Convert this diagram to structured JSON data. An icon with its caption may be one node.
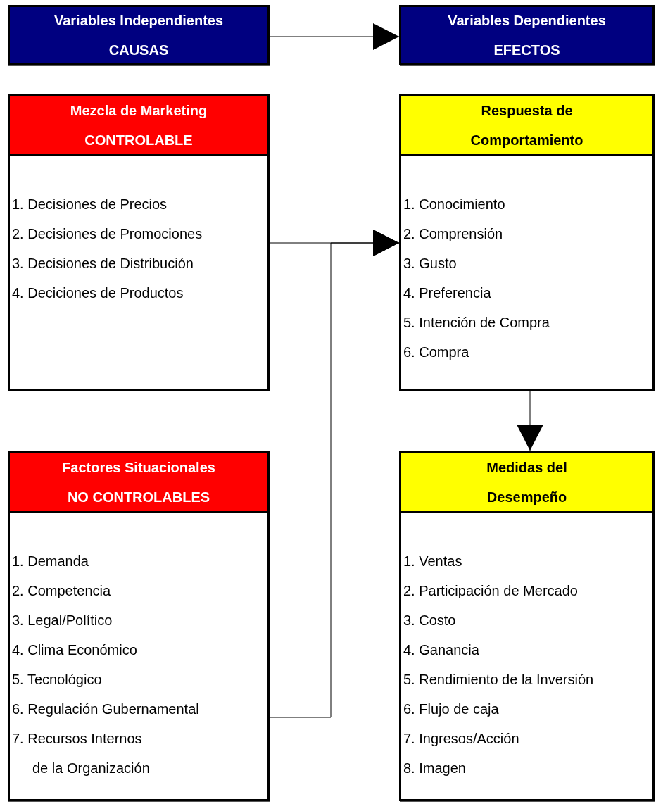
{
  "diagram": {
    "nodes": [
      {
        "text": [
          "Variables Independientes",
          "CAUSAS"
        ]
      },
      {
        "text": [
          "Variables Dependientes",
          "EFECTOS"
        ]
      },
      {
        "text": [
          "Mezcla de Marketing",
          "CONTROLABLE",
          "1. Decisiones de Precios",
          "2. Decisiones de Promociones",
          "3. Decisiones de Distribución",
          "4. Deciciones de Productos"
        ]
      },
      {
        "text": [
          "Respuesta de Comportamiento",
          "1. Conocimiento",
          "2. Comprensión",
          "3. Gusto",
          "4. Preferencia",
          "5. Intención de Compra",
          "6. Compra"
        ]
      },
      {
        "text": [
          "Factores Situacionales",
          "NO CONTROLABLES",
          "1. Demanda",
          "2. Competencia",
          "3. Legal/Político",
          "4. Clima Económico",
          "5. Tecnológico",
          "6. Regulación Gubernamental",
          "7. Recursos Internos",
          "de la Organización"
        ]
      },
      {
        "text": [
          "Medidas del Desempeño",
          "1. Ventas",
          "2. Participación de Mercado",
          "3. Costo",
          "4. Ganancia",
          "5. Rendimiento de la Inversión",
          "6. Flujo de caja",
          "7. Ingresos/Acción",
          "8. Imagen"
        ]
      }
    ],
    "edges": [
      {
        "from": 0,
        "to": 1,
        "arrow": "to"
      },
      {
        "from": 2,
        "to": 3,
        "arrow": "to"
      },
      {
        "from": 4,
        "to": 3,
        "arrow": "to"
      },
      {
        "from": 3,
        "to": 5,
        "arrow": "to"
      }
    ]
  }
}
